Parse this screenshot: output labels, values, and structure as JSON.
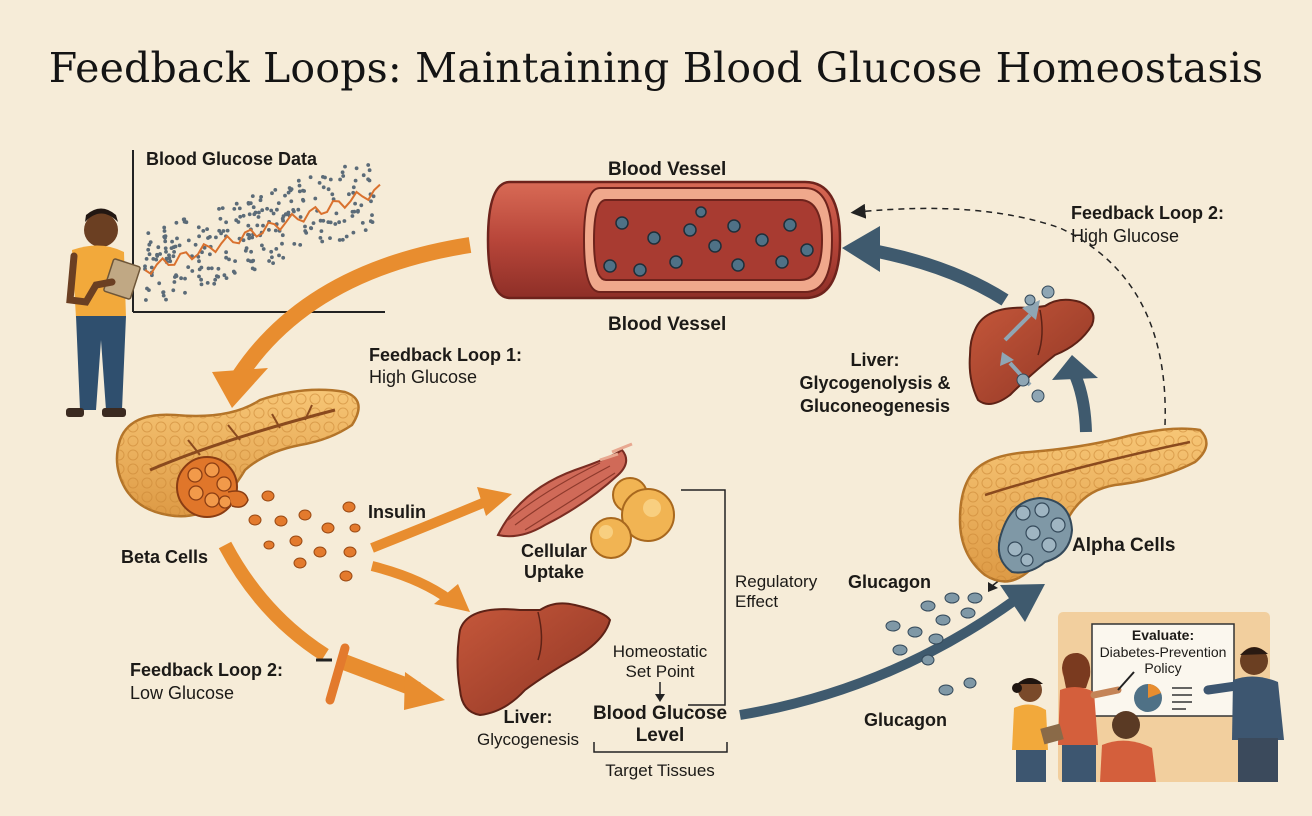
{
  "title": "Feedback Loops: Maintaining Blood Glucose Homeostasis",
  "graph": {
    "title": "Blood Glucose Data"
  },
  "vessel": {
    "label_top": "Blood Vessel",
    "label_bottom": "Blood Vessel"
  },
  "loop1": {
    "title": "Feedback Loop 1:",
    "subtitle": "High Glucose"
  },
  "loop2_top": {
    "title": "Feedback Loop 2:",
    "subtitle": "High Glucose"
  },
  "loop2_bottom": {
    "title": "Feedback Loop 2:",
    "subtitle": "Low Glucose"
  },
  "labels": {
    "beta_cells": "Beta Cells",
    "insulin": "Insulin",
    "cellular_uptake_1": "Cellular",
    "cellular_uptake_2": "Uptake",
    "liver_left_title": "Liver:",
    "liver_left_sub": "Glycogenesis",
    "set_point_1": "Homeostatic",
    "set_point_2": "Set Point",
    "blood_level_1": "Blood Glucose",
    "blood_level_2": "Level",
    "target_tissues": "Target Tissues",
    "regulatory_1": "Regulatory",
    "regulatory_2": "Effect",
    "glucagon_top": "Glucagon",
    "glucagon_bottom": "Glucagon",
    "alpha_cells": "Alpha Cells",
    "liver_right_1": "Liver:",
    "liver_right_2": "Glycogenolysis &",
    "liver_right_3": "Gluconeogenesis"
  },
  "board": {
    "line1": "Evaluate:",
    "line2": "Diabetes-Prevention",
    "line3": "Policy"
  },
  "colors": {
    "background": "#f6ecd8",
    "orange_arrow": "#e88d2f",
    "blue_arrow": "#3f5a6e",
    "vessel": "#b8463a",
    "liver": "#a9452f",
    "pancreas": "#f0b35b",
    "beta_cells": "#e0762a",
    "alpha_cells": "#7f98a6"
  }
}
